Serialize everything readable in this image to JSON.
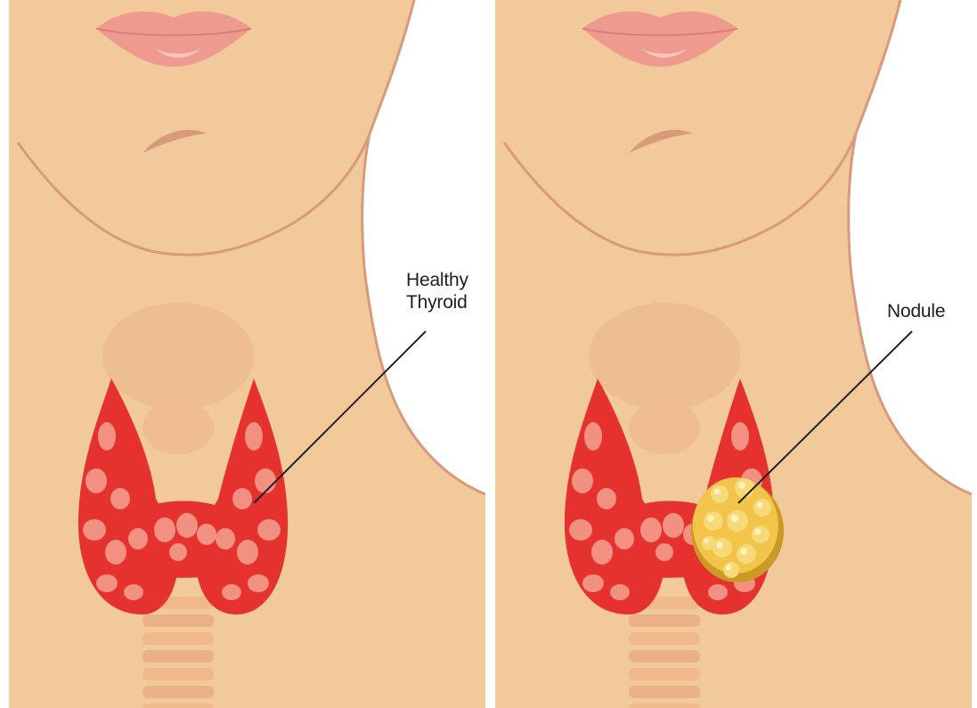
{
  "panels": [
    {
      "id": "healthy",
      "label": "Healthy\nThyroid",
      "has_nodule": false
    },
    {
      "id": "nodule",
      "label": "Nodule",
      "has_nodule": true
    }
  ],
  "colors": {
    "skin": "#f2c99a",
    "skin_shadow": "#e3a97d",
    "outline": "#d99a7c",
    "lips": "#ee9a8e",
    "lips_highlight": "#f9c8bb",
    "thyroid_red": "#e5322f",
    "thyroid_light": "#f5a18f",
    "trachea": "#f0b98c",
    "nodule": "#f2c44a",
    "nodule_shadow": "#c99a24",
    "leader_line": "#222222"
  }
}
